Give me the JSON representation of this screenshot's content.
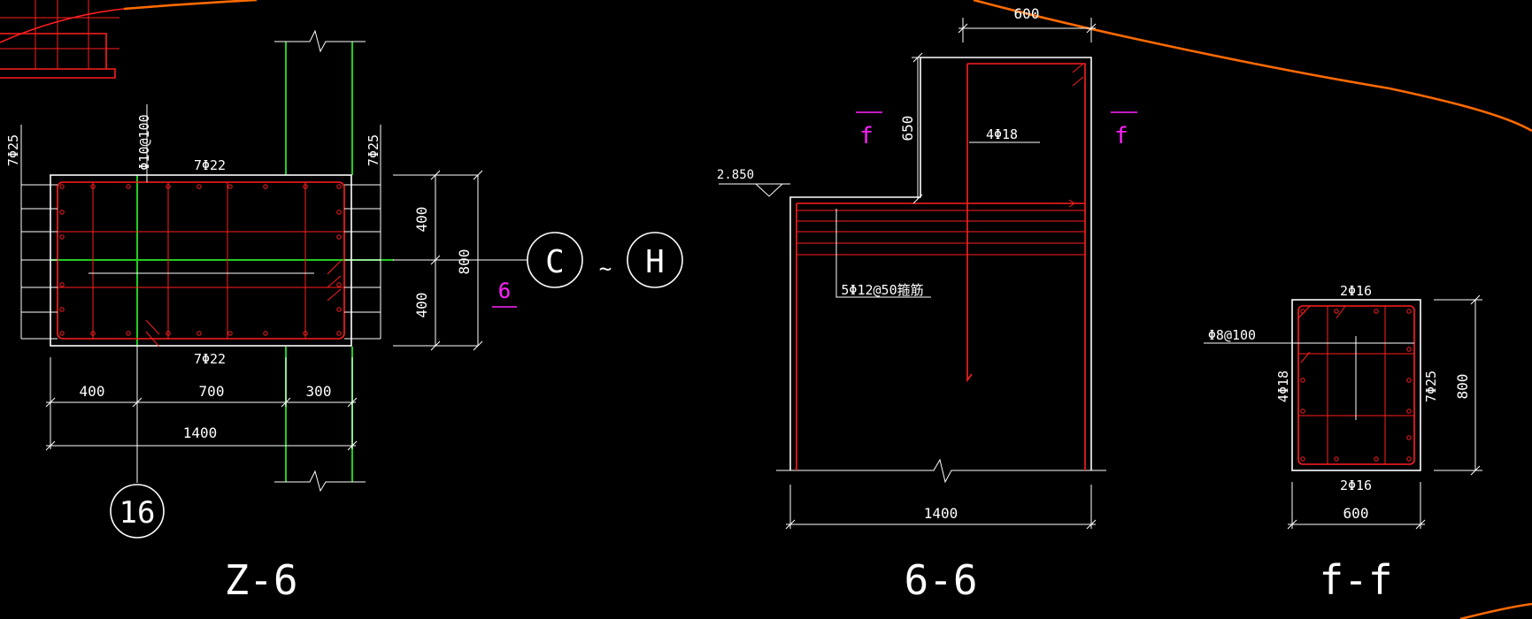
{
  "drawing_colors": {
    "background": "#000000",
    "outline": "#ffffff",
    "rebar": "#ff1e1e",
    "axis": "#22cc22",
    "section_mark": "#ff22ff",
    "boundary": "#ff6a00"
  },
  "z6": {
    "title": "Z-6",
    "top_bars": "7Φ22",
    "bottom_bars": "7Φ22",
    "stirrup": "Φ10@100",
    "left_bars": "7Φ25",
    "right_bars": "7Φ25",
    "dim_400_top": "400",
    "dim_400_bottom": "400",
    "dim_800": "800",
    "dim_400_h": "400",
    "dim_700": "700",
    "dim_300": "300",
    "dim_1400": "1400",
    "axis_16": "16",
    "axis_c": "C",
    "axis_tilde": "~",
    "axis_h": "H",
    "section_6": "6"
  },
  "s66": {
    "title": "6-6",
    "dim_600": "600",
    "dim_650": "650",
    "bars_4phi18": "4Φ18",
    "level": "2.850",
    "hoop_label": "5Φ12@50箍筋",
    "dim_1400": "1400",
    "section_f_left": "f",
    "section_f_right": "f"
  },
  "ff": {
    "title": "f-f",
    "top_bars": "2Φ16",
    "bottom_bars": "2Φ16",
    "stirrup": "Φ8@100",
    "left_bars": "4Φ18",
    "right_bars": "7Φ25",
    "dim_800": "800",
    "dim_600": "600"
  }
}
